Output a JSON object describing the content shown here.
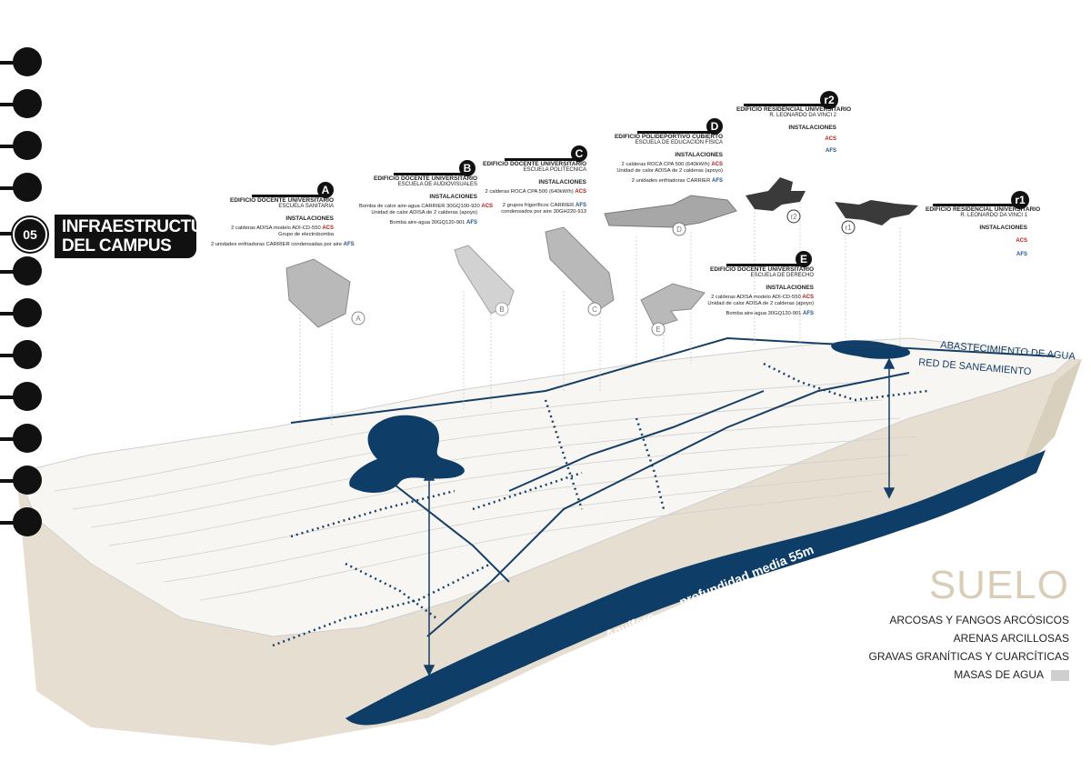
{
  "chapter": {
    "number": "05",
    "title_line1": "INFRAESTRUCTURAS",
    "title_line2": "DEL CAMPUS"
  },
  "buildings": [
    {
      "letter": "A",
      "title": "EDIFICIO DOCENTE UNIVERSITARIO",
      "subtitle": "ESCUELA SANITARIA",
      "inst": "INSTALACIONES",
      "items": [
        "2 calderas ADISA modelo ADI-CD-550",
        "Grupo de electrobomba",
        "2 unidades enfriadoras CARRIER condensadas por aire"
      ]
    },
    {
      "letter": "B",
      "title": "EDIFICIO DOCENTE UNIVERSITARIO",
      "subtitle": "ESCUELA DE AUDIOVISUALES",
      "inst": "INSTALACIONES",
      "items": [
        "Bomba de calor aire-agua CARRIER 30GQ100-920",
        "Unidad de calor ADISA de 2 calderas (apoyo)",
        "Bomba aire-agua 30GQ120-901"
      ]
    },
    {
      "letter": "C",
      "title": "EDIFICIO DOCENTE UNIVERSITARIO",
      "subtitle": "ESCUELA POLITECNICA",
      "inst": "INSTALACIONES",
      "items": [
        "2 calderas ROCA CPA 500 (640kW/h)",
        "2 grupos frigoríficos CARRIER",
        "condensados por aire 30GH220-913"
      ]
    },
    {
      "letter": "D",
      "title": "EDIFICIO POLIDEPORTIVO CUBIERTO",
      "subtitle": "ESCUELA DE EDUCACIÓN FÍSICA",
      "inst": "INSTALACIONES",
      "items": [
        "2 calderas ROCA CPA 500 (640kW/h)",
        "Unidad de calor ADISA de 2 calderas (apoyo)",
        "2 unidades enfriadoras CARRIER"
      ]
    },
    {
      "letter": "E",
      "title": "EDIFICIO DOCENTE UNIVERSITARIO",
      "subtitle": "ESCUELA DE DERECHO",
      "inst": "INSTALACIONES",
      "items": [
        "2 calderas ADISA modelo ADI-CD-550",
        "Unidad de calor ADISA de 2 calderas (apoyo)",
        "Bomba aire-agua 30GQ120-901"
      ]
    },
    {
      "letter": "r2",
      "title": "EDIFICIO RESIDENCIAL UNIVERSITARIO",
      "subtitle": "R. LEONARDO DA VINCI 2",
      "inst": "INSTALACIONES",
      "items": []
    },
    {
      "letter": "r1",
      "title": "EDIFICIO RESIDENCIAL UNIVERSITARIO",
      "subtitle": "R. LEONARDO DA VINCI 1",
      "inst": "INSTALACIONES",
      "items": []
    }
  ],
  "tags": {
    "acs": "ACS",
    "afs": "AFS"
  },
  "map_labels": {
    "water_supply": "ABASTECIMIENTO DE AGUA",
    "sanitation": "RED DE SANEAMIENTO",
    "aquifer": "Aquífero",
    "depth": "profundidad media  55m"
  },
  "legend": {
    "title": "SUELO",
    "items": [
      "ARCOSAS Y FANGOS ARCÓSICOS",
      "ARENAS ARCILLOSAS",
      "GRAVAS GRANÍTICAS Y CUARCÍTICAS",
      "MASAS DE AGUA"
    ]
  },
  "colors": {
    "soil": "#e6dfd1",
    "water": "#0e3d68",
    "building": "#b9b9b9",
    "building_dark": "#3a3a3a"
  }
}
